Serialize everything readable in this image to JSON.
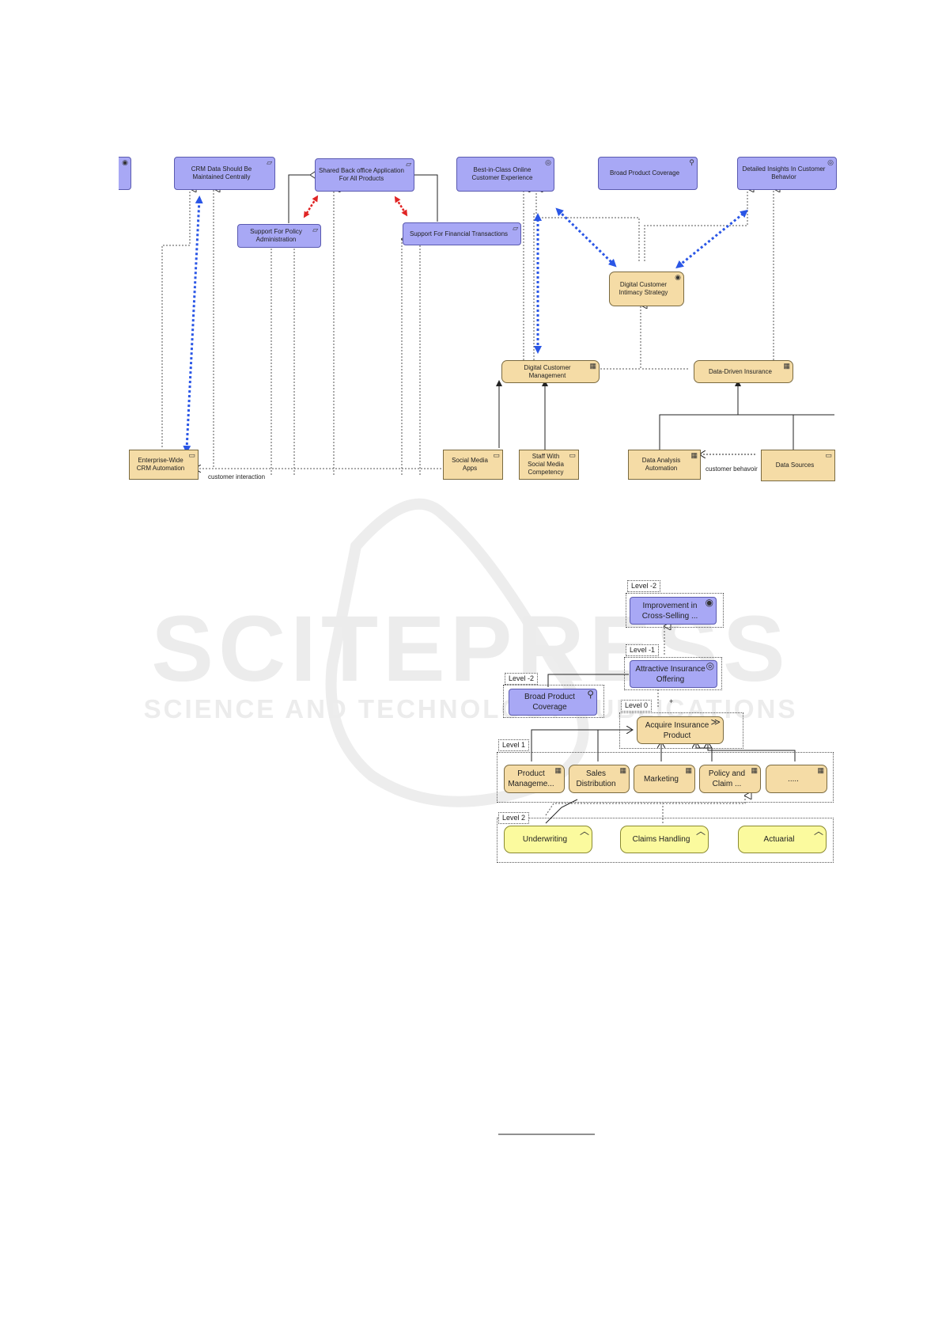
{
  "watermark": {
    "title": "SCITEPRESS",
    "subtitle": "SCIENCE AND TECHNOLOGY PUBLICATIONS"
  },
  "top_diagram": {
    "nodes": {
      "crm_data": "CRM Data Should Be Maintained Centrally",
      "shared_back_office": "Shared Back office Application For All Products",
      "best_in_class": "Best-in-Class Online Customer Experience",
      "broad_coverage": "Broad Product Coverage",
      "detailed_insights": "Detailed Insights In Customer Behavior",
      "policy_admin": "Support For Policy Administration",
      "financial_tx": "Support For Financial Transactions",
      "intimacy_strategy": "Digital Customer Intimacy Strategy",
      "customer_mgmt": "Digital Customer Management",
      "data_driven": "Data-Driven Insurance",
      "crm_automation": "Enterprise-Wide CRM Automation",
      "social_apps": "Social Media Apps",
      "staff_social": "Staff With Social Media Competency",
      "analysis_automation": "Data Analysis Automation",
      "data_sources": "Data Sources"
    },
    "edge_labels": {
      "customer_interaction": "customer interaction",
      "customer_behavior": "customer behavoir"
    }
  },
  "bottom_diagram": {
    "levels": {
      "top_goal": "Level -2",
      "offering": "Level -1",
      "coverage": "Level -2",
      "acquire": "Level 0",
      "capabilities": "Level 1",
      "functions": "Level 2"
    },
    "nodes": {
      "cross_selling": "Improvement in Cross-Selling ...",
      "attractive_offering": "Attractive Insurance Offering",
      "broad_coverage": "Broad Product Coverage",
      "acquire_product": "Acquire Insurance Product",
      "product_mgmt": "Product Manageme...",
      "sales_distribution": "Sales Distribution",
      "marketing": "Marketing",
      "policy_claim": "Policy and Claim ...",
      "more": ".....",
      "underwriting": "Underwriting",
      "claims_handling": "Claims Handling",
      "actuarial": "Actuarial"
    },
    "edge_labels": {
      "plus": "+"
    }
  },
  "colors": {
    "goal_blue": "#a8a8f5",
    "capability_tan": "#f5dca6",
    "function_yellow": "#fbfa9e",
    "influence_arrow": "#2a56e6",
    "conflict_arrow": "#e02424"
  }
}
